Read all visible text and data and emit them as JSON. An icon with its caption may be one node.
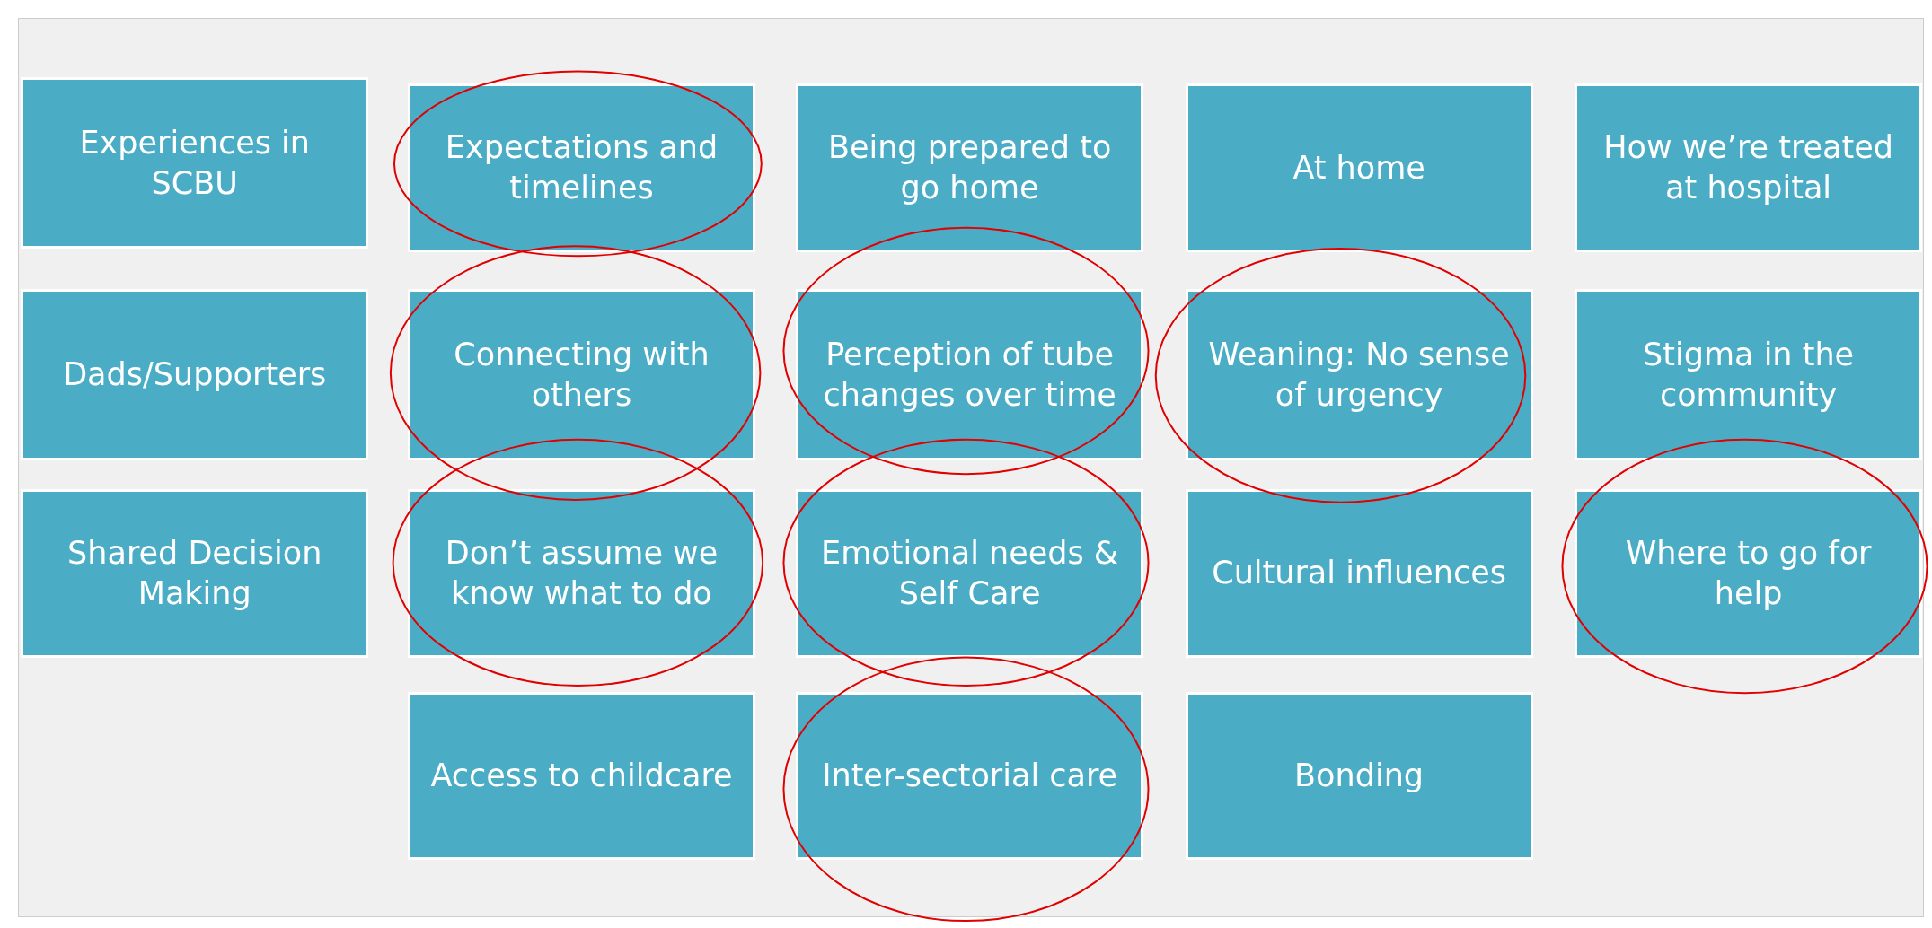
{
  "diagram": {
    "nodes": [
      {
        "text": [
          "Experiences in SCBU"
        ]
      },
      {
        "text": [
          "Expectations and timelines"
        ]
      },
      {
        "text": [
          "Being prepared to go home"
        ]
      },
      {
        "text": [
          "At home"
        ]
      },
      {
        "text": [
          "How we’re treated at hospital"
        ]
      },
      {
        "text": [
          "Dads/Supporters"
        ]
      },
      {
        "text": [
          "Connecting with others"
        ]
      },
      {
        "text": [
          "Perception of tube changes over time"
        ]
      },
      {
        "text": [
          "Weaning: No sense of urgency"
        ]
      },
      {
        "text": [
          "Stigma in the community"
        ]
      },
      {
        "text": [
          "Shared Decision Making"
        ]
      },
      {
        "text": [
          "Don’t assume we know what to do"
        ]
      },
      {
        "text": [
          "Emotional needs & Self Care"
        ]
      },
      {
        "text": [
          "Cultural influences"
        ]
      },
      {
        "text": [
          "Where to go for help"
        ]
      },
      {
        "text": [
          "Access to childcare"
        ]
      },
      {
        "text": [
          "Inter-sectorial care"
        ]
      },
      {
        "text": [
          "Bonding"
        ]
      }
    ]
  }
}
